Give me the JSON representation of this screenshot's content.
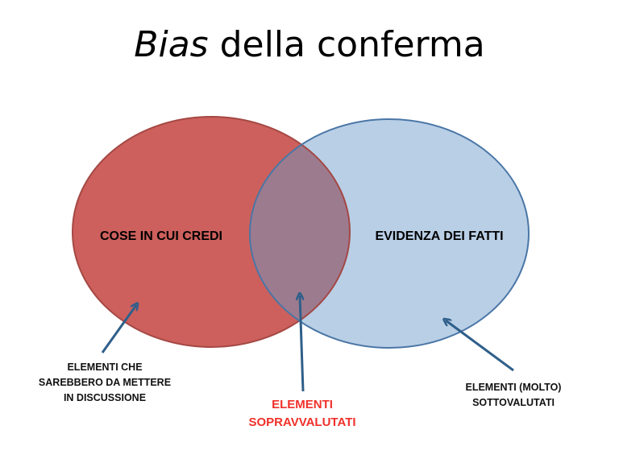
{
  "title": {
    "italic": "Bias",
    "rest": " della conferma"
  },
  "sets": {
    "left": "COSE IN CUI CREDI",
    "right": "EVIDENZA DEI FATTI"
  },
  "annotations": {
    "left": [
      "ELEMENTI CHE",
      "SAREBBERO DA METTERE",
      "IN DISCUSSIONE"
    ],
    "middle": [
      "ELEMENTI",
      "SOPRAVVALUTATI"
    ],
    "right": [
      "ELEMENTI (MOLTO)",
      "SOTTOVALUTATI"
    ]
  },
  "colors": {
    "left_fill": "#cd605c",
    "right_fill": "#b9cfe6",
    "overlap_fill": "#9d7b8f",
    "arrow": "#2f5f8a",
    "highlight_text": "#f0302a"
  }
}
